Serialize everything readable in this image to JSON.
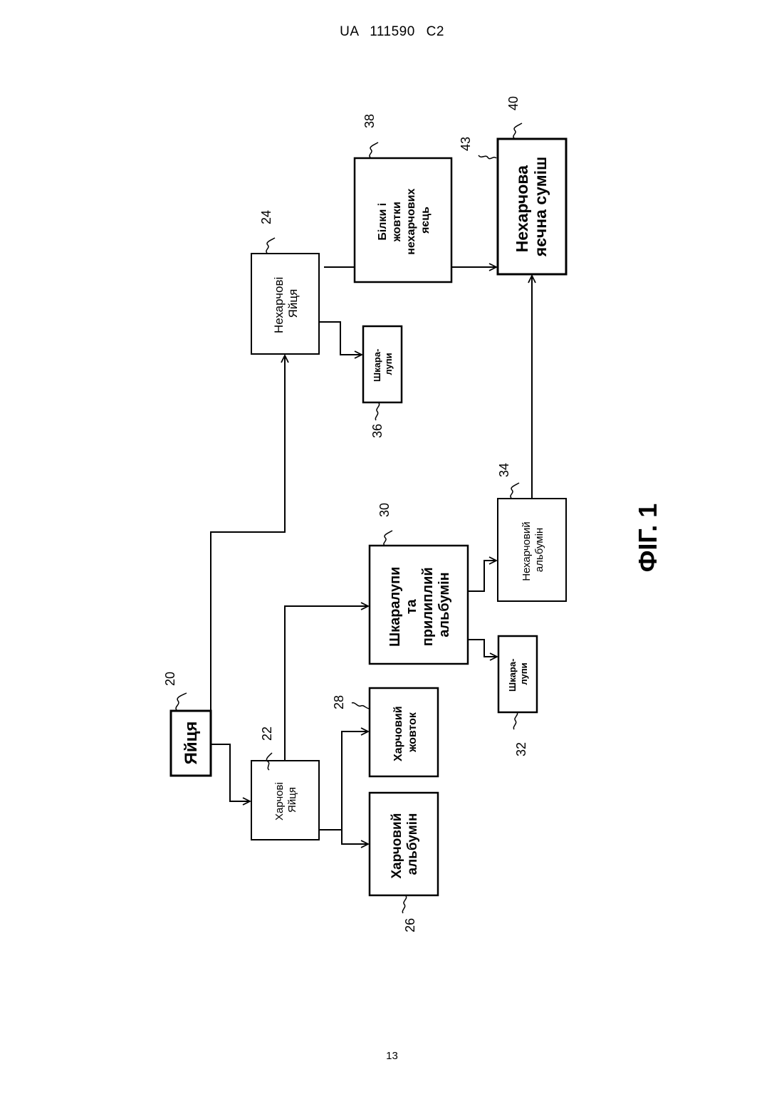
{
  "header": "UA   111590   C2",
  "page_number": "13",
  "figure_caption": "ФІГ. 1",
  "nodes": {
    "eggs": {
      "ref": "20",
      "lines": [
        "Яйця"
      ]
    },
    "food_eggs": {
      "ref": "22",
      "lines": [
        "Харчові",
        "Яйця"
      ]
    },
    "nonfood_eggs": {
      "ref": "24",
      "lines": [
        "Нехарчові",
        "Яйця"
      ]
    },
    "food_albumin": {
      "ref": "26",
      "lines": [
        "Харчовий",
        "альбумін"
      ]
    },
    "food_yolk": {
      "ref": "28",
      "lines": [
        "Харчовий",
        "жовток"
      ]
    },
    "shells_albumin": {
      "ref": "30",
      "lines": [
        "Шкаралупи",
        "та",
        "прилиплий",
        "альбумін"
      ]
    },
    "shells_32": {
      "ref": "32",
      "lines": [
        "Шкара-",
        "лупи"
      ]
    },
    "nonfood_albumin": {
      "ref": "34",
      "lines": [
        "Нехарчовий",
        "альбумін"
      ]
    },
    "shells_36": {
      "ref": "36",
      "lines": [
        "Шкара-",
        "лупи"
      ]
    },
    "whites_yolks": {
      "ref": "38",
      "lines": [
        "Білки і",
        "жовтки",
        "нехарчових",
        "яєць"
      ]
    },
    "nonfood_mix": {
      "ref": "40",
      "lines": [
        "Нехарчова",
        "яєчна суміш"
      ]
    }
  },
  "extra_refs": [
    "43"
  ]
}
